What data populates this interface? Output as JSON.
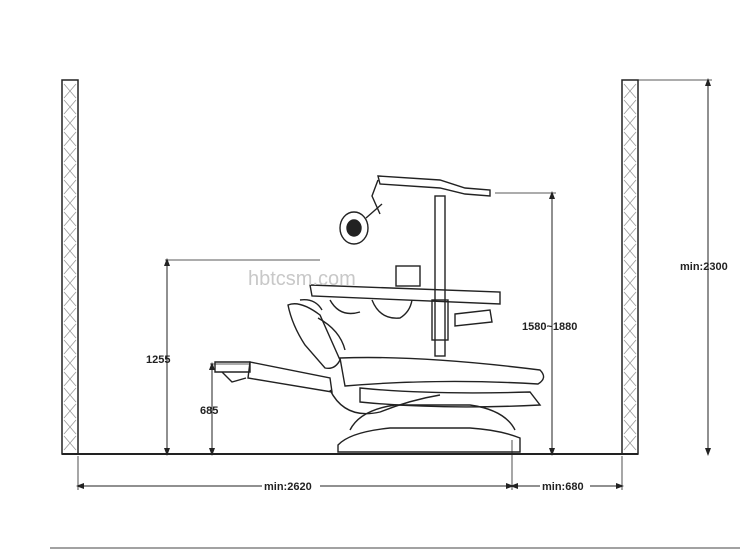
{
  "watermark": "hbtcsm.com",
  "dimensions": {
    "chair_height": "1255",
    "seat_height": "685",
    "light_height": "1580~1880",
    "room_height": "min:2300",
    "room_length": "min:2620",
    "rear_clearance": "min:680"
  },
  "colors": {
    "line": "#222222",
    "wall_hatch": "#9a9a9a",
    "watermark": "#c8c8c8"
  }
}
